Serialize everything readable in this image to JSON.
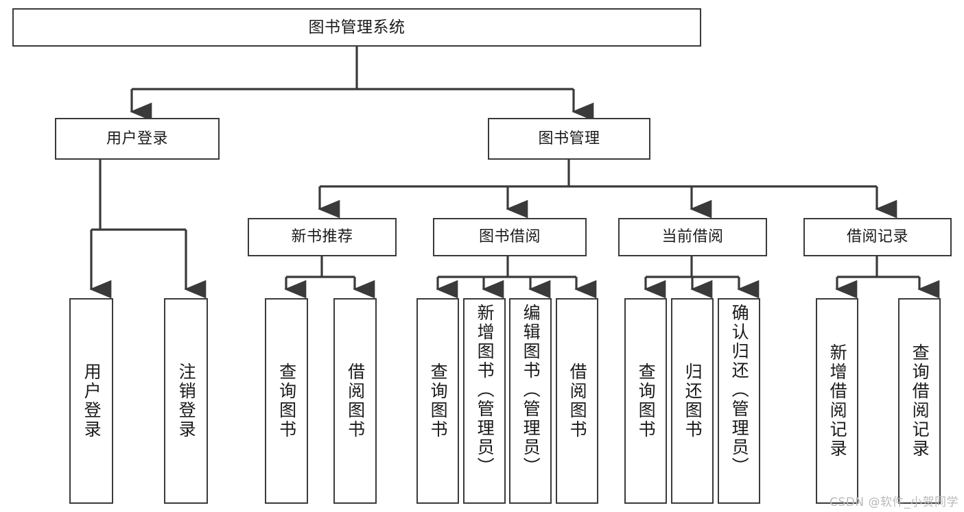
{
  "diagram": {
    "type": "tree-hierarchy-chart",
    "title": "图书管理系统",
    "line_color": "#3a3a3a",
    "box_fill": "#ffffff",
    "text_color": "#1a1a1a",
    "levels": 4,
    "root": {
      "id": "root",
      "label": "图书管理系统",
      "orientation": "horizontal"
    },
    "level2": [
      {
        "id": "user-login",
        "label": "用户登录",
        "orientation": "horizontal"
      },
      {
        "id": "book-management",
        "label": "图书管理",
        "orientation": "horizontal"
      }
    ],
    "level3": [
      {
        "id": "new-book-recommend",
        "label": "新书推荐",
        "orientation": "horizontal",
        "parent": "book-management"
      },
      {
        "id": "book-borrow",
        "label": "图书借阅",
        "orientation": "horizontal",
        "parent": "book-management"
      },
      {
        "id": "current-borrow",
        "label": "当前借阅",
        "orientation": "horizontal",
        "parent": "book-management"
      },
      {
        "id": "borrow-record",
        "label": "借阅记录",
        "orientation": "horizontal",
        "parent": "book-management"
      }
    ],
    "leaves": [
      {
        "id": "leaf-user-login",
        "label": "用户登录",
        "parent": "user-login",
        "align": "centered"
      },
      {
        "id": "leaf-logout-login",
        "label": "注销登录",
        "parent": "user-login",
        "align": "centered"
      },
      {
        "id": "leaf-query-book-1",
        "label": "查询图书",
        "parent": "new-book-recommend",
        "align": "centered"
      },
      {
        "id": "leaf-borrow-book-1",
        "label": "借阅图书",
        "parent": "new-book-recommend",
        "align": "centered"
      },
      {
        "id": "leaf-query-book-2",
        "label": "查询图书",
        "parent": "book-borrow",
        "align": "centered"
      },
      {
        "id": "leaf-add-book",
        "label": "新增图书（管理员）",
        "parent": "book-borrow",
        "align": "top"
      },
      {
        "id": "leaf-edit-book",
        "label": "编辑图书（管理员）",
        "parent": "book-borrow",
        "align": "top"
      },
      {
        "id": "leaf-borrow-book-2",
        "label": "借阅图书",
        "parent": "book-borrow",
        "align": "centered"
      },
      {
        "id": "leaf-query-book-3",
        "label": "查询图书",
        "parent": "current-borrow",
        "align": "centered"
      },
      {
        "id": "leaf-return-book",
        "label": "归还图书",
        "parent": "current-borrow",
        "align": "centered"
      },
      {
        "id": "leaf-confirm-return",
        "label": "确认归还（管理员）",
        "parent": "current-borrow",
        "align": "top"
      },
      {
        "id": "leaf-add-record",
        "label": "新增借阅记录",
        "parent": "borrow-record",
        "align": "centered"
      },
      {
        "id": "leaf-query-record",
        "label": "查询借阅记录",
        "parent": "borrow-record",
        "align": "centered"
      }
    ]
  },
  "watermark": {
    "text": "CSDN @软件_小贺同学"
  }
}
